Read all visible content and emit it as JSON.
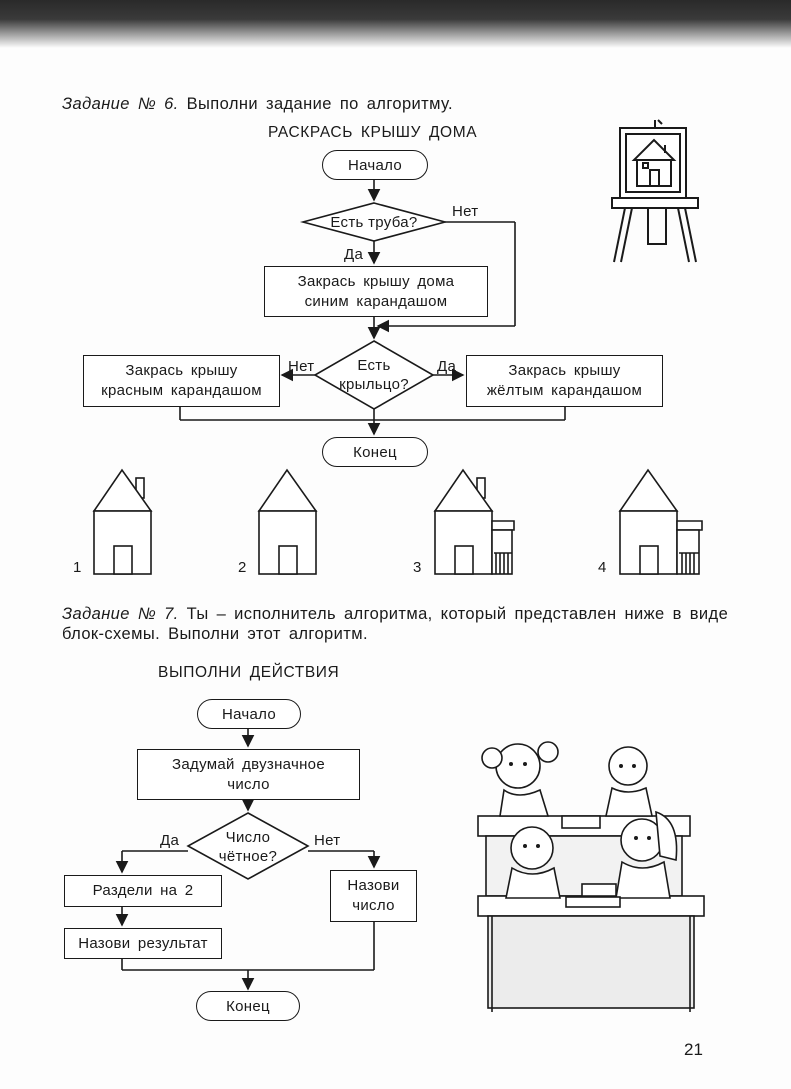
{
  "task6": {
    "prefix": "Задание № 6.",
    "text": "Выполни задание по алгоритму.",
    "title": "РАСКРАСЬ КРЫШУ ДОМА",
    "start": "Начало",
    "decision1": "Есть труба?",
    "yes1": "Да",
    "no1": "Нет",
    "action1_line1": "Закрась крышу дома",
    "action1_line2": "синим карандашом",
    "decision2_line1": "Есть",
    "decision2_line2": "крыльцо?",
    "no2": "Нет",
    "yes2": "Да",
    "left_action_line1": "Закрась крышу",
    "left_action_line2": "красным карандашом",
    "right_action_line1": "Закрась крышу",
    "right_action_line2": "жёлтым карандашом",
    "end": "Конец",
    "houses": [
      {
        "number": "1",
        "chimney": true,
        "porch": false
      },
      {
        "number": "2",
        "chimney": false,
        "porch": false
      },
      {
        "number": "3",
        "chimney": true,
        "porch": true
      },
      {
        "number": "4",
        "chimney": false,
        "porch": true
      }
    ]
  },
  "task7": {
    "prefix": "Задание № 7.",
    "text_line1": "Ты – исполнитель алгоритма, который представлен ниже в виде",
    "text_line2": "блок-схемы. Выполни этот алгоритм.",
    "title": "ВЫПОЛНИ ДЕЙСТВИЯ",
    "start": "Начало",
    "action1_line1": "Задумай двузначное",
    "action1_line2": "число",
    "decision_line1": "Число",
    "decision_line2": "чётное?",
    "yes": "Да",
    "no": "Нет",
    "yes_action": "Раздели на 2",
    "yes_action2": "Назови результат",
    "no_action_line1": "Назови",
    "no_action_line2": "число",
    "end": "Конец"
  },
  "page_number": "21"
}
